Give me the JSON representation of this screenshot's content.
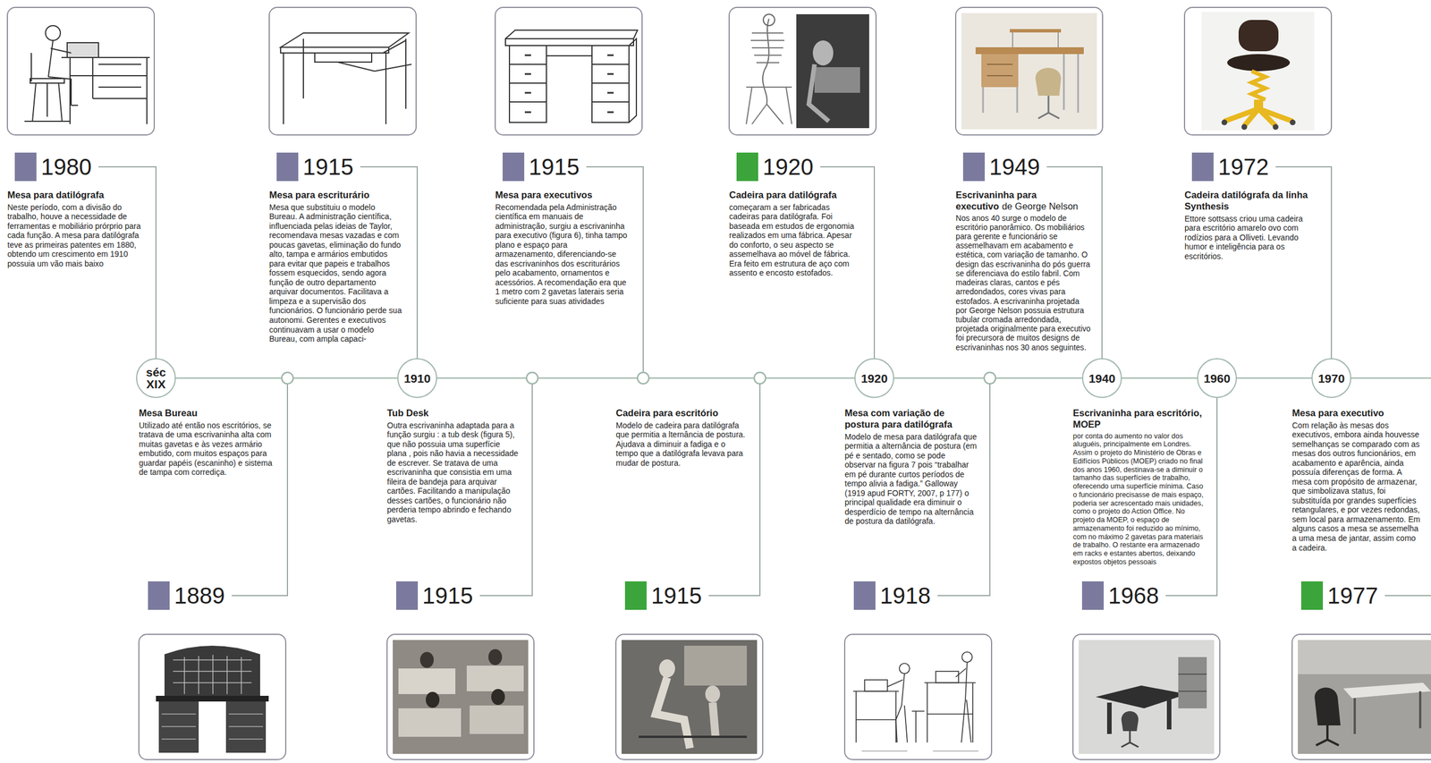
{
  "diagram": {
    "nodes": [
      {
        "text": [
          "séc XIX"
        ]
      },
      {
        "text": [
          "1910"
        ]
      },
      {
        "text": [
          "1920"
        ]
      },
      {
        "text": [
          "1940"
        ]
      },
      {
        "text": [
          "1960"
        ]
      },
      {
        "text": [
          "1970"
        ]
      }
    ],
    "edges": [
      {
        "from": 0,
        "to": 1,
        "arrow": "none"
      },
      {
        "from": 1,
        "to": 2,
        "arrow": "none"
      },
      {
        "from": 2,
        "to": 3,
        "arrow": "none"
      },
      {
        "from": 3,
        "to": 4,
        "arrow": "none"
      },
      {
        "from": 4,
        "to": 5,
        "arrow": "none"
      }
    ],
    "labels": [
      "1980",
      "Mesa para datilógrafa",
      "Neste período, com a divisão do trabalho, houve a necessidade de ferramentas e mobiliário prórprio para cada função. A mesa para datilógrafa teve as primeiras patentes em 1880, obtendo um crescimento em 1910 possuia um vão mais baixo",
      "1915",
      "Mesa para escriturário",
      "Mesa que substituiu o modelo Bureau. A administração científica, influenciada pelas ideias de Taylor, recomendava mesas vazadas e com poucas gavetas, eliminação do fundo alto, tampa e armários embutidos para evitar que papeis e trabalhos fossem esquecidos, sendo agora função de outro departamento arquivar documentos. Facilitava a limpeza e a supervisão dos funcionários. O funcionário perde sua autonomi. Gerentes e executivos continuavam a usar o modelo Bureau, com ampla capaci-",
      "1915",
      "Mesa para executivos",
      "Recomendada pela Administração científica em manuais de administração, surgiu a escrivaninha para executivo (figura 6), tinha tampo plano e espaço para armazenamento, diferenciando-se das escrivaninhos dos escriturários pelo acabamento, ornamentos e acessórios. A recomendação era que 1 metro com 2 gavetas laterais seria suficiente para suas atividades",
      "1920",
      "Cadeira para datilógrafa",
      "começaram a ser fabricadas cadeiras para datilógrafa. Foi baseada em estudos de ergonomia realizados em uma fábrica. Apesar do conforto, o seu aspecto se assemelhava ao móvel de fábrica. Era feito em estrutura de aço com assento e encosto estofados.",
      "1949",
      "Escrivaninha para executivo",
      "de George Nelson",
      "Nos anos 40 surge o modelo de escritório panorâmico. Os mobiliários para gerente e funcionário se assemelhavam em acabamento e estética, com variação de tamanho. O design das escrivaninha do pós guerra se diferenciava do estilo fabril. Com madeiras claras, cantos e pés arredondados, cores vivas para estofados. A escrivaninha projetada por George Nelson possuia estrutura tubular cromada arredondada, projetada originalmente para executivo foi precursora de muitos designs de escrivaninhas nos 30 anos seguintes.",
      "1972",
      "Cadeira datilógrafa da linha Synthesis",
      "Ettore sottsass criou uma cadeira para escritório amarelo ovo com rodízios para a Olliveti. Levando humor e inteligência para os escritórios.",
      "Mesa Bureau",
      "Utilizado até então nos escritórios, se tratava de uma escrivaninha alta com muitas gavetas e às vezes armário embutido, com muitos espaços para guardar papéis (escaninho) e sistema de tampa com corrediça.",
      "1889",
      "Tub Desk",
      "Outra escrivaninha adaptada para a função surgiu : a tub desk (figura 5), que não possuia uma superfície plana , pois não havia a necessidade de escrever. Se tratava de uma escrivaninha que consistia em uma fileira de bandeja para arquivar cartões. Facilitando a manipulação desses cartões, o funcionário não perderia tempo abrindo e fechando gavetas.",
      "1915",
      "Cadeira para escritório",
      "Modelo de cadeira para datilógrafa que permitia a lternância de postura. Ajudava a diminuir a fadiga e o tempo que a datilógrafa levava para mudar de postura.",
      "1915",
      "Mesa com variação de postura para datilógrafa",
      "Modelo de mesa para datilógrafa que permitia a alternância de postura (em pé e sentado, como se pode observar na figura 7 pois “trabalhar em pé durante curtos períodos de tempo alivia a fadiga.” Galloway (1919 apud FORTY, 2007, p 177) o principal qualidade era diminuir o desperdício de tempo na alternância de postura da datilógrafa.",
      "1918",
      "Escrivaninha para escritório, MOEP",
      "por conta do aumento no valor dos aluguéis, principalmente em Londres. Assim o projeto do Ministério de Obras e Edifícios Públicos (MOEP) criado no final dos anos 1960, destinava-se a diminuir o tamanho das superfícies de trabalho, oferecendo uma superfície mínima. Caso o funcionário precisasse de mais espaço, poderia ser acrescentado mais unidades, como o projeto do Action Office. No projeto da MOEP, o espaço de armazenamento foi reduzido ao mínimo, com no máximo 2 gavetas para materiais de trabalho. O restante era armazenado em racks e estantes abertos, deixando expostos objetos pessoais",
      "1968",
      "Mesa para executivo",
      "Com relação às mesas dos executivos, embora ainda houvesse semelhanças se comparado com as mesas dos outros funcionários, em acabamento e aparência, ainda possuía diferenças de forma. A mesa com propósito de armazenar, que simbolizava status, foi substituída por grandes superfícies retangulares, e por vezes redondas, sem local para armazenamento. Em alguns casos a mesa se assemelha a uma mesa de jantar, assim como a cadeira.",
      "1977"
    ]
  }
}
